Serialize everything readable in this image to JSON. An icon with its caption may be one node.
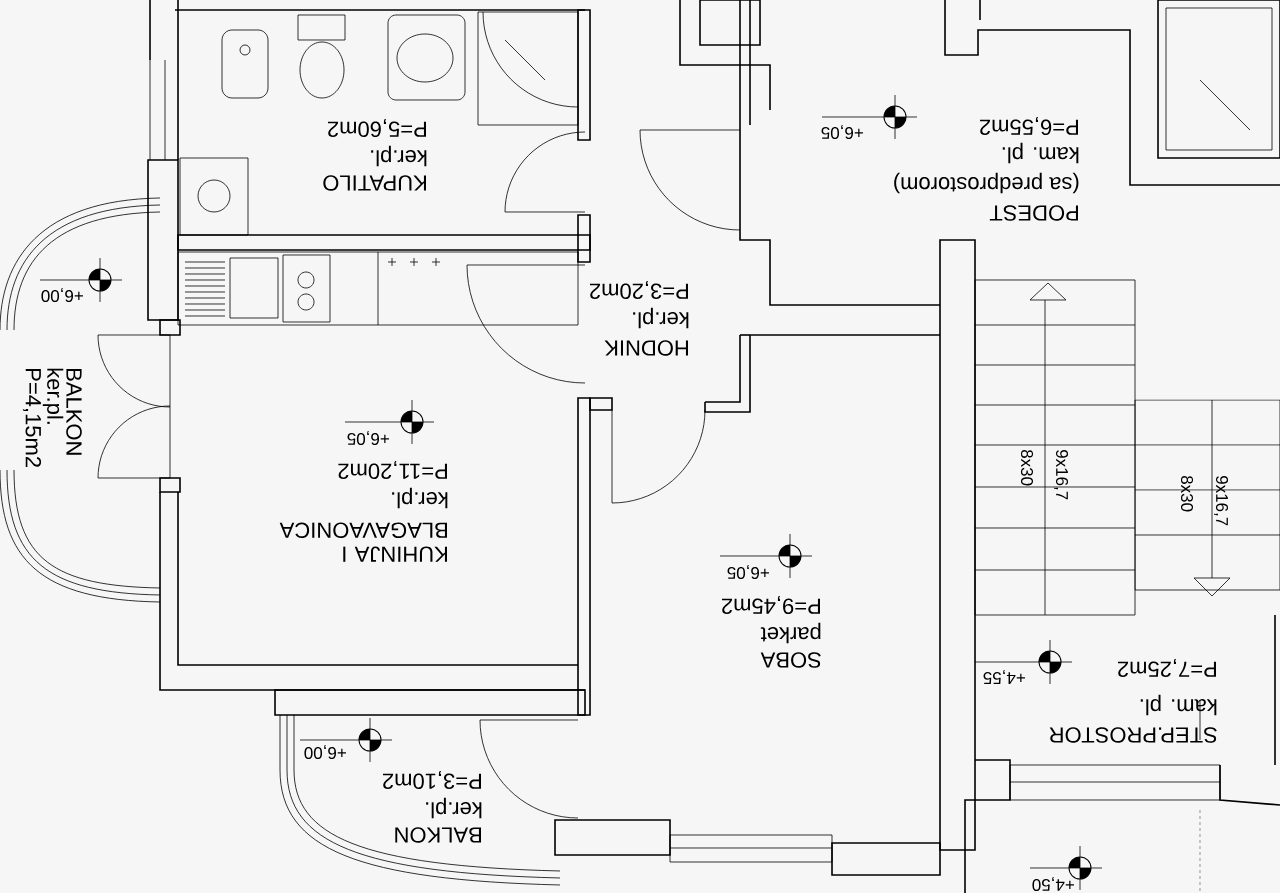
{
  "diagram": {
    "labels": [
      "KUPATILO",
      "ker.pl.",
      "P=5,60m2",
      "PODEST",
      "(sa predprostorom)",
      "kam. pl.",
      "P=6,55m2",
      "+6,05",
      "HODNIK",
      "ker.pl.",
      "P=3,20m2",
      "BALKON",
      "ker.pl.",
      "P=4,15m2",
      "+6,00",
      "KUHINJA I BLAGAVAONICA",
      "ker.pl.",
      "P=11,20m2",
      "+6,05",
      "SOBA",
      "parket",
      "P=9,45m2",
      "+6,05",
      "9x16,7",
      "8x30",
      "9x16,7",
      "8x30",
      "STEP.PROSTOR",
      "kam. pl.",
      "P=7,25m2",
      "+4,55",
      "BALKON",
      "ker.pl.",
      "P=3,10m2",
      "+6,00",
      "+4,50"
    ]
  }
}
